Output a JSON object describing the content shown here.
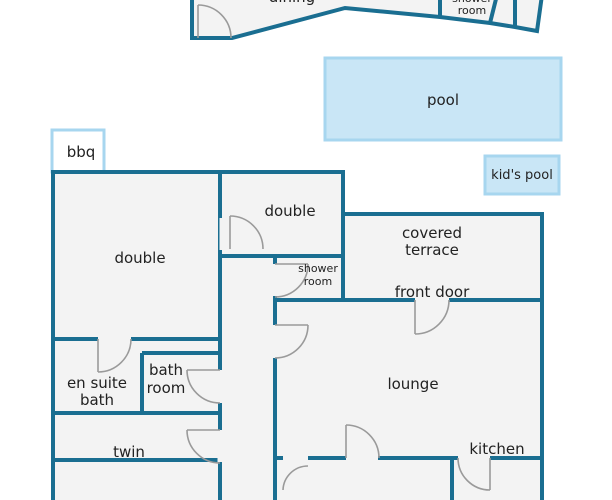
{
  "rooms": {
    "dining": "dining",
    "shower_top": [
      "shower",
      "room"
    ],
    "pool": "pool",
    "kids_pool": "kid's pool",
    "bbq": "bbq",
    "double_left": "double",
    "double_top": "double",
    "covered_terrace": [
      "covered",
      "terrace"
    ],
    "shower_room": [
      "shower",
      "room"
    ],
    "front_door": "front door",
    "en_suite": [
      "en suite",
      "bath"
    ],
    "bath_room": [
      "bath",
      "room"
    ],
    "lounge": "lounge",
    "twin": "twin",
    "kitchen": "kitchen"
  },
  "colors": {
    "wall": "#1a6e91",
    "floor": "#f3f3f3",
    "pool": "#c9e6f6",
    "pool_edge": "#a7d6ef",
    "door": "#9a9a9a"
  }
}
